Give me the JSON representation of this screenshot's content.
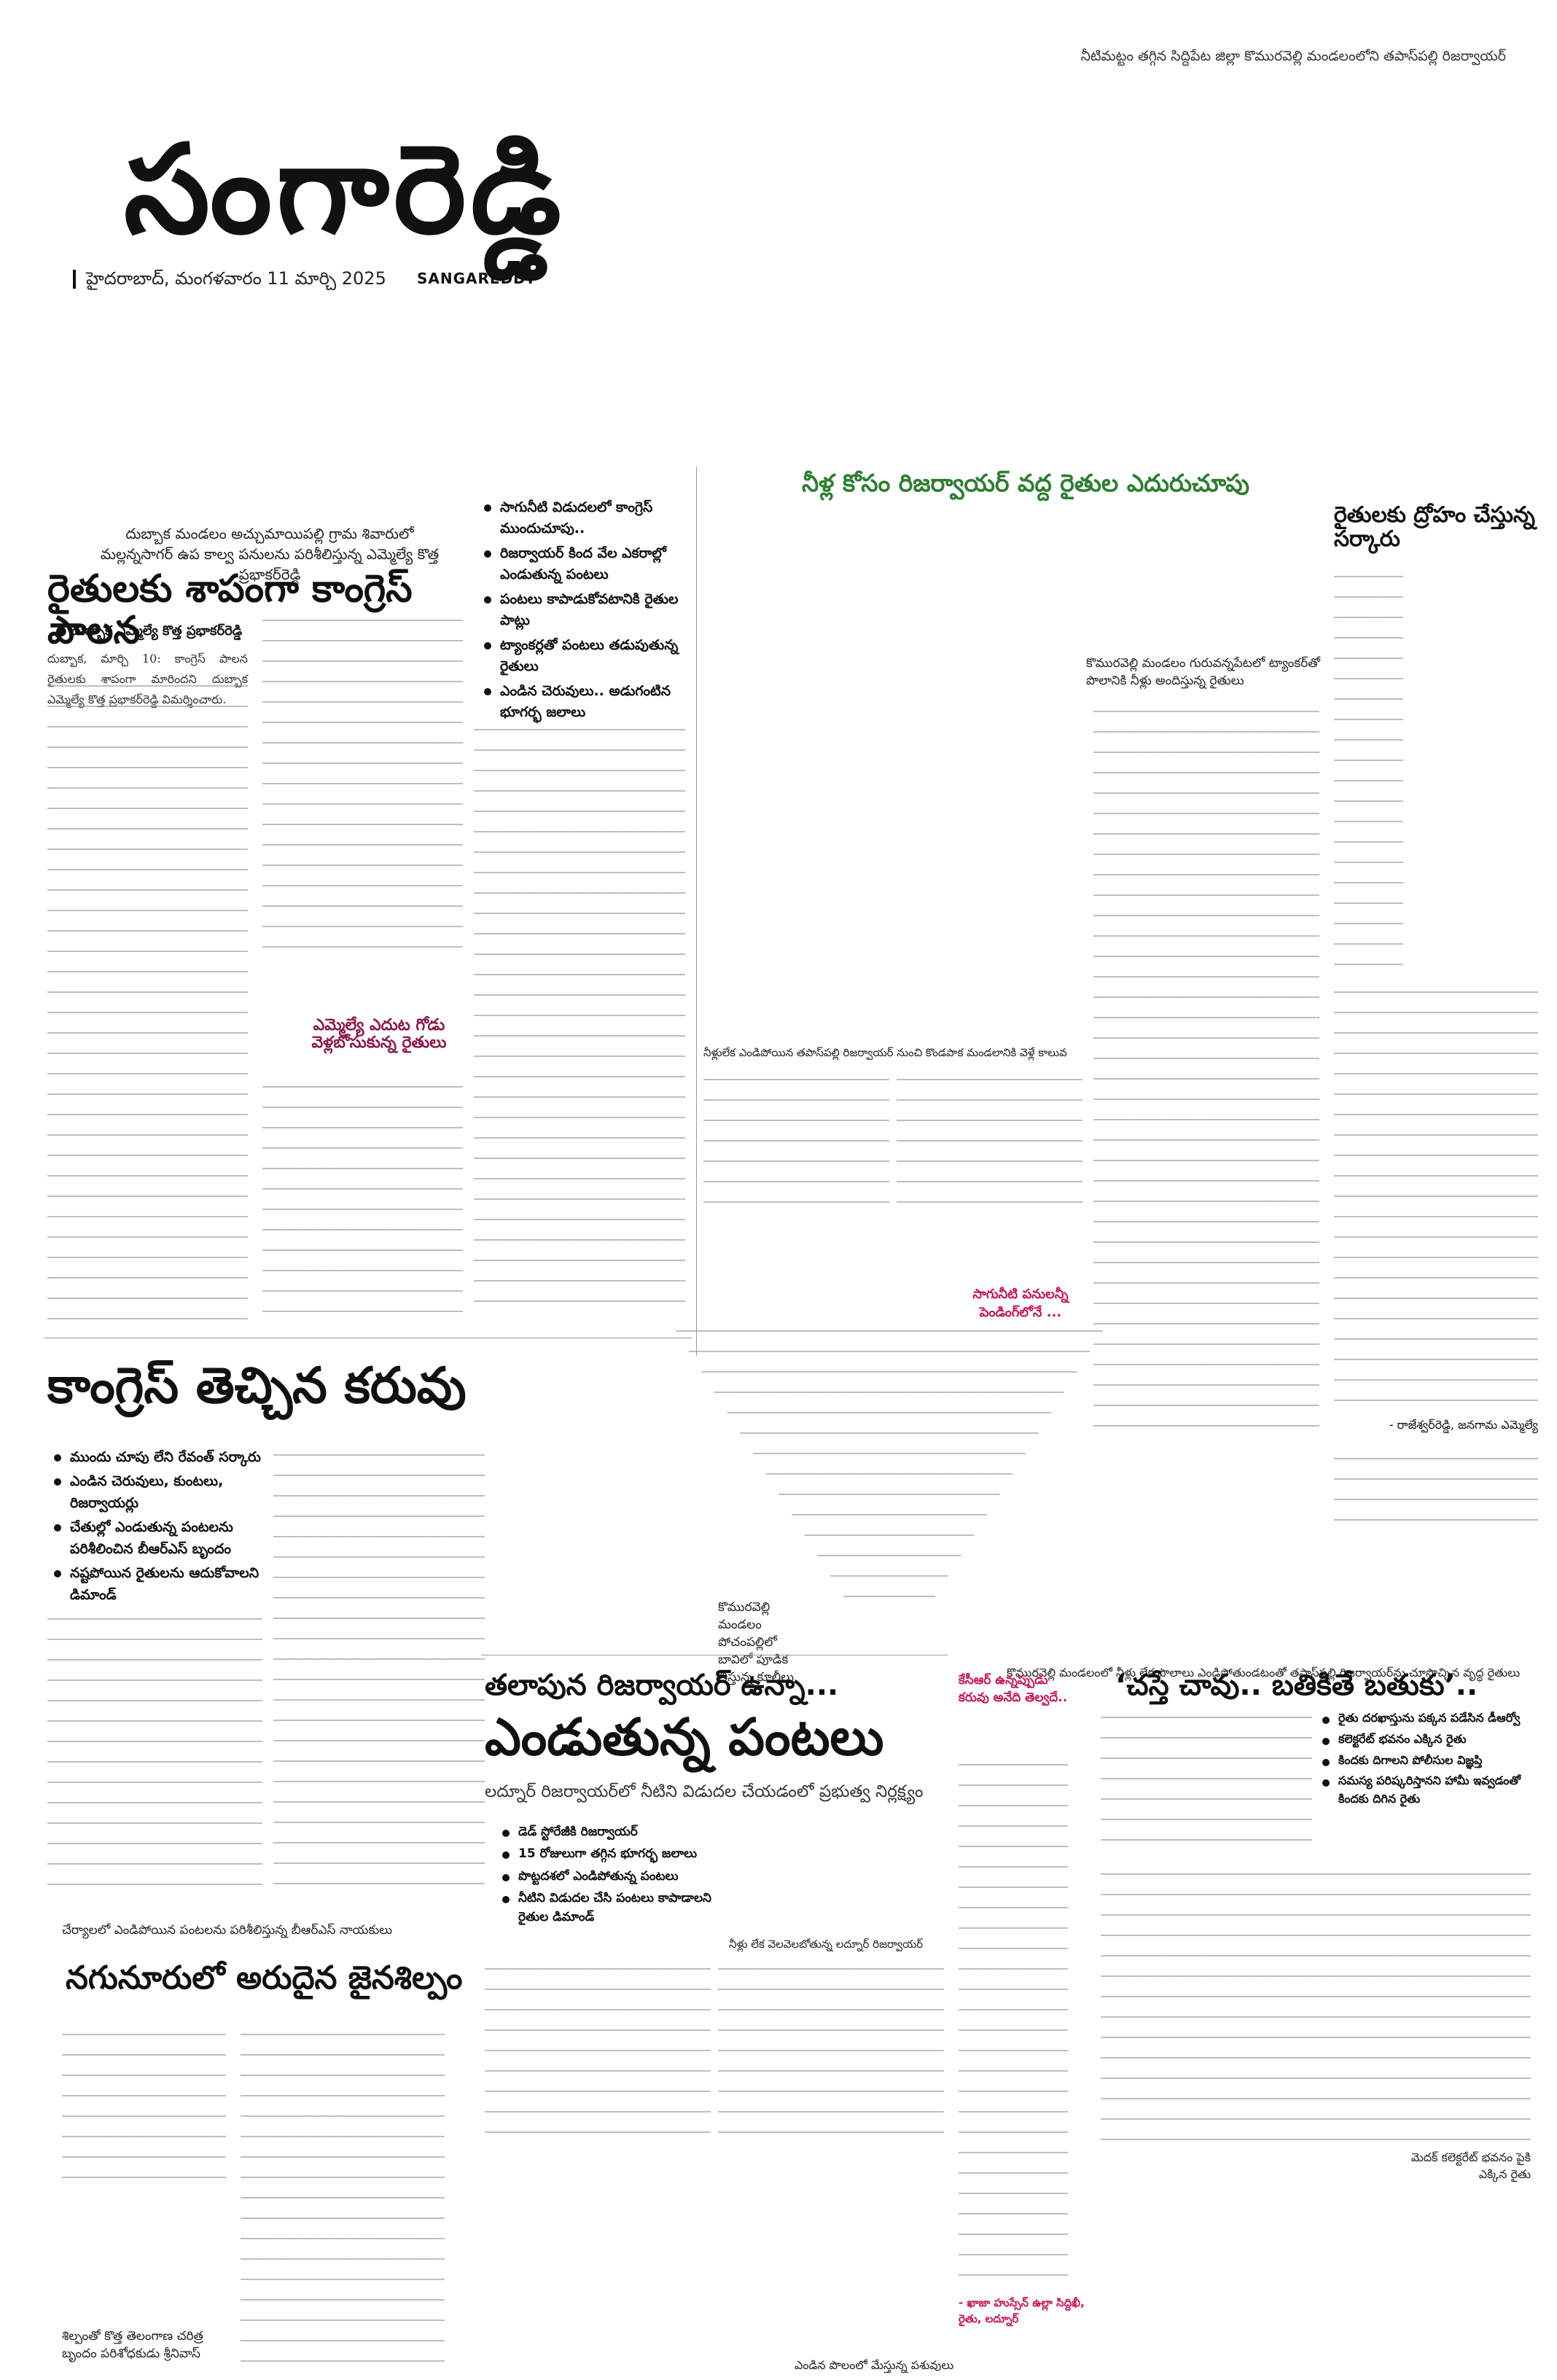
{
  "header": {
    "top_note": "నీటిమట్టం తగ్గిన సిద్దిపేట జిల్లా కొమురవెల్లి మండలంలోని తపాస్‌పల్లి రిజర్వాయర్",
    "masthead": "సంగారెడ్డి",
    "dateline": "హైదరాబాద్, మంగళవారం 11 మార్చి 2025",
    "masthead_en": "SANGAREDDY"
  },
  "story1": {
    "kicker": "దుబ్బాక మండలం అచ్చుమాయిపల్లి గ్రామ శివారులో మల్లన్నసాగర్ ఉప కాల్వ పనులను పరిశీలిస్తున్న ఎమ్మెల్యే కొత్త ప్రభాకర్‌రెడ్డి",
    "headline": "రైతులకు శాపంగా కాంగ్రెస్ పాలన",
    "byline": "దుబ్బాక ఎమ్మెల్యే కొత్త ప్రభాకర్‌రెడ్డి",
    "lead": "దుబ్బాక, మార్చి 10: కాంగ్రెస్ పాలన రైతులకు శాపంగా మారిందని దుబ్బాక ఎమ్మెల్యే కొత్త ప్రభాకర్‌రెడ్డి విమర్శించారు.",
    "subhead": "ఎమ్మెల్యే ఎదుట గోడు వెళ్లబోసుకున్న రైతులు"
  },
  "highlights1": [
    "సాగునీటి విడుదలలో కాంగ్రెస్ ముందుచూపు..",
    "రిజర్వాయర్ కింద వేల ఎకరాల్లో ఎండుతున్న పంటలు",
    "పంటలు కాపాడుకోవటానికి రైతుల పాట్లు",
    "ట్యాంకర్లతో పంటలు తడుపుతున్న రైతులు",
    "ఎండిన చెరువులు.. అడుగంటిన భూగర్భ జలాలు"
  ],
  "story2": {
    "headline": "కాంగ్రెస్ తెచ్చిన కరువు",
    "points": [
      "ముందు చూపు లేని రేవంత్ సర్కారు",
      "ఎండిన చెరువులు, కుంటలు, రిజర్వాయర్లు",
      "చేతుల్లో ఎండుతున్న పంటలను పరిశీలించిన బీఆర్‌ఎస్ బృందం",
      "నష్టపోయిన రైతులను ఆదుకోవాలని డిమాండ్"
    ]
  },
  "story3": {
    "headline": "నీళ్ల కోసం రిజర్వాయర్ వద్ద రైతుల ఎదురుచూపు",
    "photo_caption_1": "కొమురవెల్లి మండలం గురువన్నపేటలో ట్యాంకర్‌తో పొలానికి నీళ్లు అందిస్తున్న రైతులు",
    "photo_caption_2": "నీళ్లులేక ఎండిపోయిన తపాస్‌పల్లి రిజర్వాయర్ నుంచి కొండపాక మండలానికి వెళ్లే కాలువ",
    "callout_pink": "సాగునీటి పనులన్నీ పెండింగ్‌లోనే ...",
    "side_caption": "కొమురవెల్లి మండలం పోచంపల్లిలో బావిలో పూడిక తీస్తున్న కూలీలు",
    "bottom_caption": "కొమురవెల్లి మండలంలో నీళ్లు లేక పొలాలు ఎండిపోతుండటంతో తపాస్‌పల్లి రిజర్వాయర్‌ను చూసొచ్చిన వృద్ధ రైతులు"
  },
  "right_column": {
    "headline": "రైతులకు ద్రోహం చేస్తున్న సర్కారు",
    "byline": "- రాజేశ్వర్‌రెడ్డి, జనగామ ఎమ్మెల్యే"
  },
  "story4": {
    "kicker": "చేర్యాలలో ఎండిపోయిన పంటలను పరిశీలిస్తున్న బీఆర్‌ఎస్ నాయకులు",
    "headline": "నగునూరులో అరుదైన జైనశిల్పం",
    "photo_caption": "శిల్పంతో కొత్త తెలంగాణ చరిత్ర బృందం పరిశోధకుడు శ్రీనివాస్"
  },
  "story5": {
    "kicker": "తలాపున రిజర్వాయర్ ఉన్నా...",
    "headline": "ఎండుతున్న పంటలు",
    "deck": "లద్నూర్ రిజర్వాయర్‌లో నీటిని విడుదల చేయడంలో ప్రభుత్వ నిర్లక్ష్యం",
    "points": [
      "డెడ్ స్టోరేజీకి రిజర్వాయర్",
      "15 రోజులుగా తగ్గిన భూగర్భ జలాలు",
      "పొట్టదశలో ఎండిపోతున్న పంటలు",
      "నీటిని విడుదల చేసి పంటలు కాపాడాలని రైతుల డిమాండ్"
    ],
    "photo_note": "నీళ్లు లేక వెలవెలబోతున్న లద్నూర్ రిజర్వాయర్",
    "pink_callout": "కేసీఆర్ ఉన్నప్పుడు కరువు అనేది తెల్వదే..",
    "bottom_caption": "ఎండిన పొలంలో మేస్తున్న పశువులు",
    "quote_credit": "- ఖాజా హుస్సేన్ ఉల్లా సిద్దిఖీ, రైతు, లద్నూర్"
  },
  "story6": {
    "headline": "‘చస్తే చావు.. బతికితే బతుకు’..",
    "points": [
      "రైతు దరఖాస్తును పక్కన పడేసిన డీఆర్వో",
      "కలెక్టరేట్ భవనం ఎక్కిన రైతు",
      "కిందకు దిగాలని పోలీసుల విజ్ఞప్తి",
      "సమస్య పరిష్కరిస్తానని హామీ ఇవ్వడంతో కిందకు దిగిన రైతు"
    ],
    "photo_caption": "మెదక్ కలెక్టరేట్ భవనం పైకి ఎక్కిన రైతు"
  }
}
